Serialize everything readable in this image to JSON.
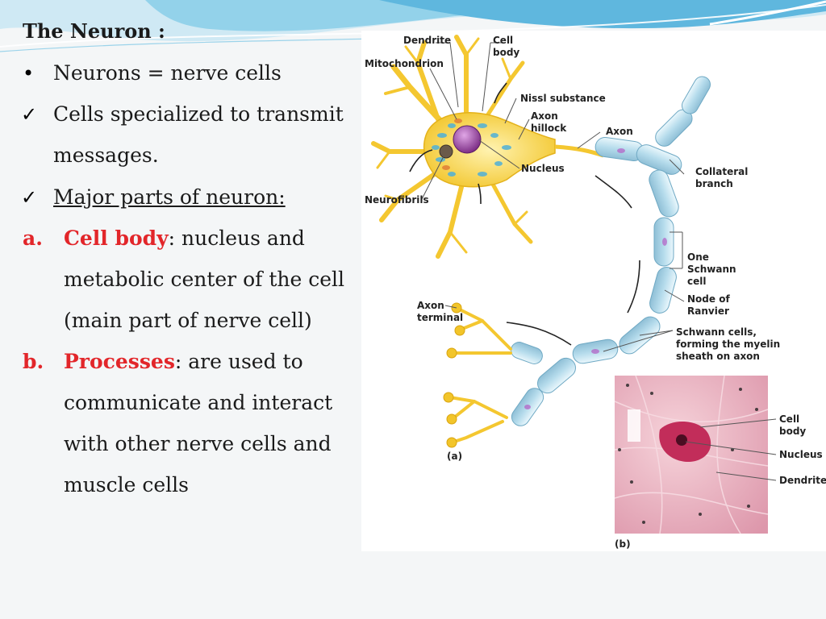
{
  "slide": {
    "title": "The Neuron :",
    "bullet1": "Neurons = nerve cells",
    "check1_line1": "Cells specialized to transmit",
    "check1_line2": "messages.",
    "check2": "Major parts of neuron:",
    "item_a_marker": "a.",
    "item_a_term": "Cell body",
    "item_a_rest": ": nucleus and",
    "item_a_line2": "metabolic center of the cell",
    "item_a_line3": "(main part of nerve cell)",
    "item_b_marker": "b.",
    "item_b_term": "Processes",
    "item_b_rest": ": are used to",
    "item_b_line2": "communicate and interact",
    "item_b_line3": "with other nerve cells and",
    "item_b_line4": "muscle cells"
  },
  "figure": {
    "labels": {
      "dendrite": "Dendrite",
      "cell_body_1": "Cell",
      "cell_body_2": "body",
      "mitochondrion": "Mitochondrion",
      "nissl": "Nissl substance",
      "axon_hillock_1": "Axon",
      "axon_hillock_2": "hillock",
      "axon": "Axon",
      "nucleus": "Nucleus",
      "collateral_1": "Collateral",
      "collateral_2": "branch",
      "neurofibrils": "Neurofibrils",
      "schwann_1": "One",
      "schwann_2": "Schwann",
      "schwann_3": "cell",
      "ranvier_1": "Node of",
      "ranvier_2": "Ranvier",
      "axon_terminal_1": "Axon",
      "axon_terminal_2": "terminal",
      "myelin_1": "Schwann cells,",
      "myelin_2": "forming the myelin",
      "myelin_3": "sheath on axon",
      "panel_a": "(a)",
      "photo_cell_body_1": "Cell",
      "photo_cell_body_2": "body",
      "photo_nucleus": "Nucleus",
      "photo_dendrite": "Dendrite",
      "panel_b": "(b)"
    }
  },
  "colors": {
    "accent_red": "#e2262a",
    "text": "#1a1a1a",
    "wave_blue": "#7ec8e3",
    "dendrite_yellow": "#f6cf3a",
    "myelin_blue": "#bfe3f0",
    "nucleus_purple": "#8a3a8f",
    "stain_pink": "#e9a7b8"
  }
}
